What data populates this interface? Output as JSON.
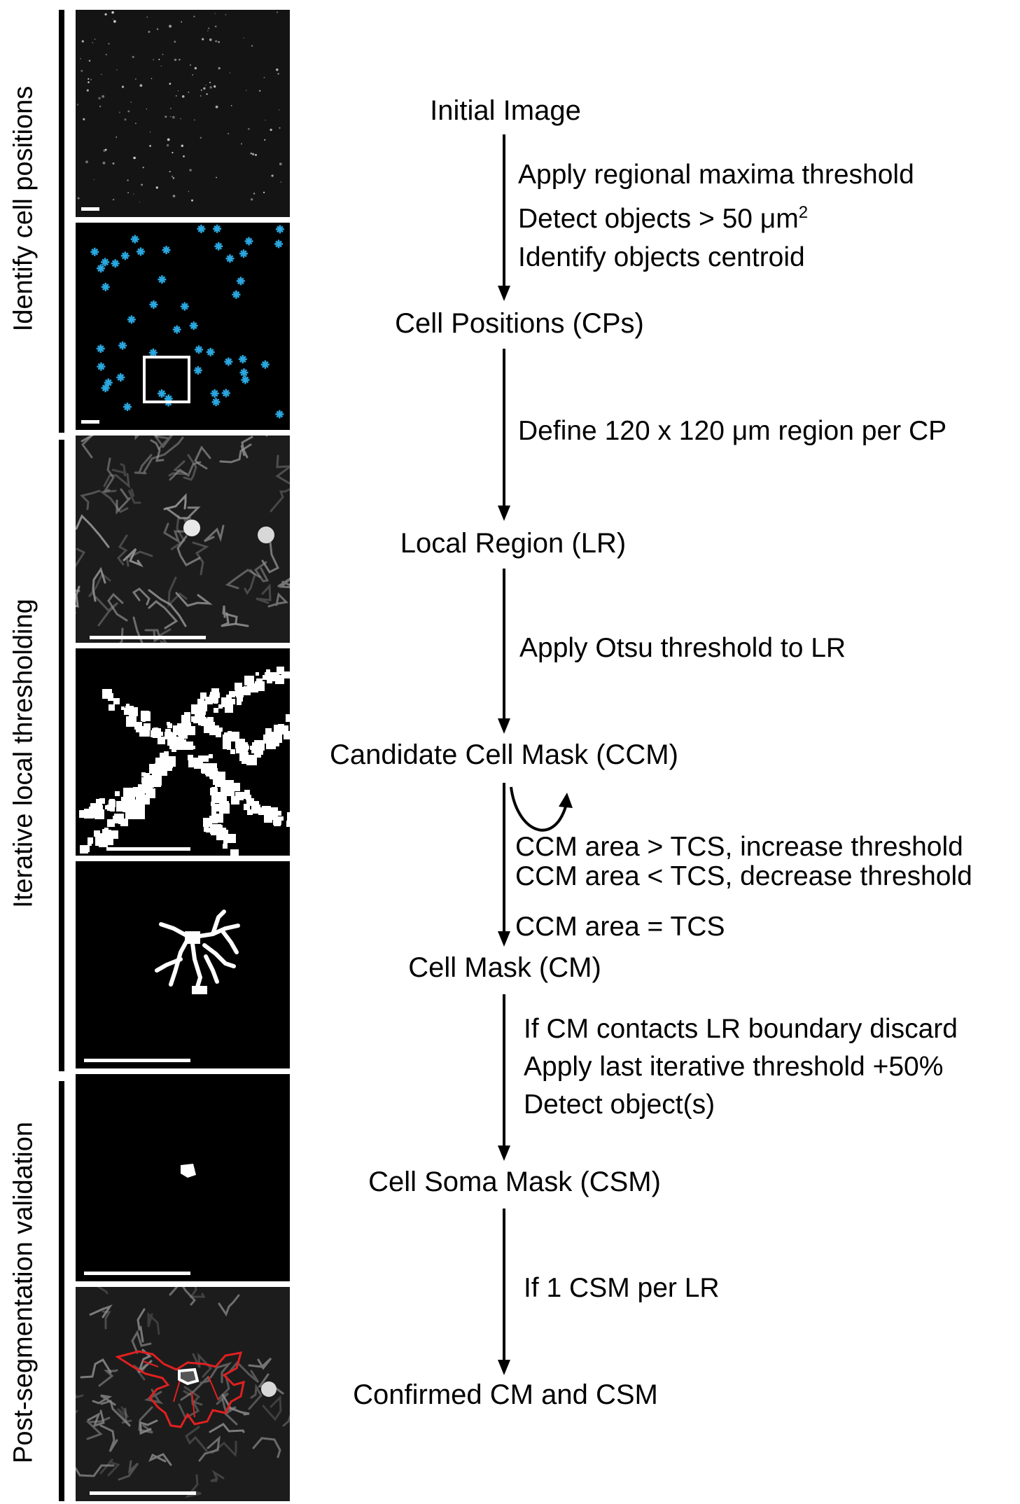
{
  "sections": [
    {
      "label": "Identify cell positions"
    },
    {
      "label": "Iterative local thresholding"
    },
    {
      "label": "Post-segmentation validation"
    }
  ],
  "nodes": [
    {
      "label": "Initial Image"
    },
    {
      "label": "Cell Positions (CPs)"
    },
    {
      "label": "Local Region (LR)"
    },
    {
      "label": "Candidate Cell Mask (CCM)"
    },
    {
      "label": "Cell Mask (CM)"
    },
    {
      "label": "Cell Soma Mask (CSM)"
    },
    {
      "label": "Confirmed CM and CSM"
    }
  ],
  "steps": {
    "initial_to_cp": [
      "Apply regional maxima threshold",
      "Detect objects > 50 μm",
      "Identify objects centroid"
    ],
    "superscript_2": "2",
    "cp_to_lr": [
      "Define 120 x 120 μm region per CP"
    ],
    "lr_to_ccm": [
      "Apply Otsu threshold to LR"
    ],
    "ccm_loop": [
      "CCM area > TCS, increase threshold",
      "CCM area < TCS, decrease threshold"
    ],
    "ccm_to_cm": [
      "CCM area = TCS"
    ],
    "cm_to_csm": [
      "If CM contacts LR boundary discard",
      "Apply last iterative threshold +50%",
      "Detect object(s)"
    ],
    "csm_to_confirmed": [
      "If 1 CSM per LR"
    ]
  },
  "colors": {
    "centroid_marker": "#2aa7e0",
    "contour": "#e02020",
    "panel_bg": "#000000",
    "foreground": "#ffffff"
  }
}
